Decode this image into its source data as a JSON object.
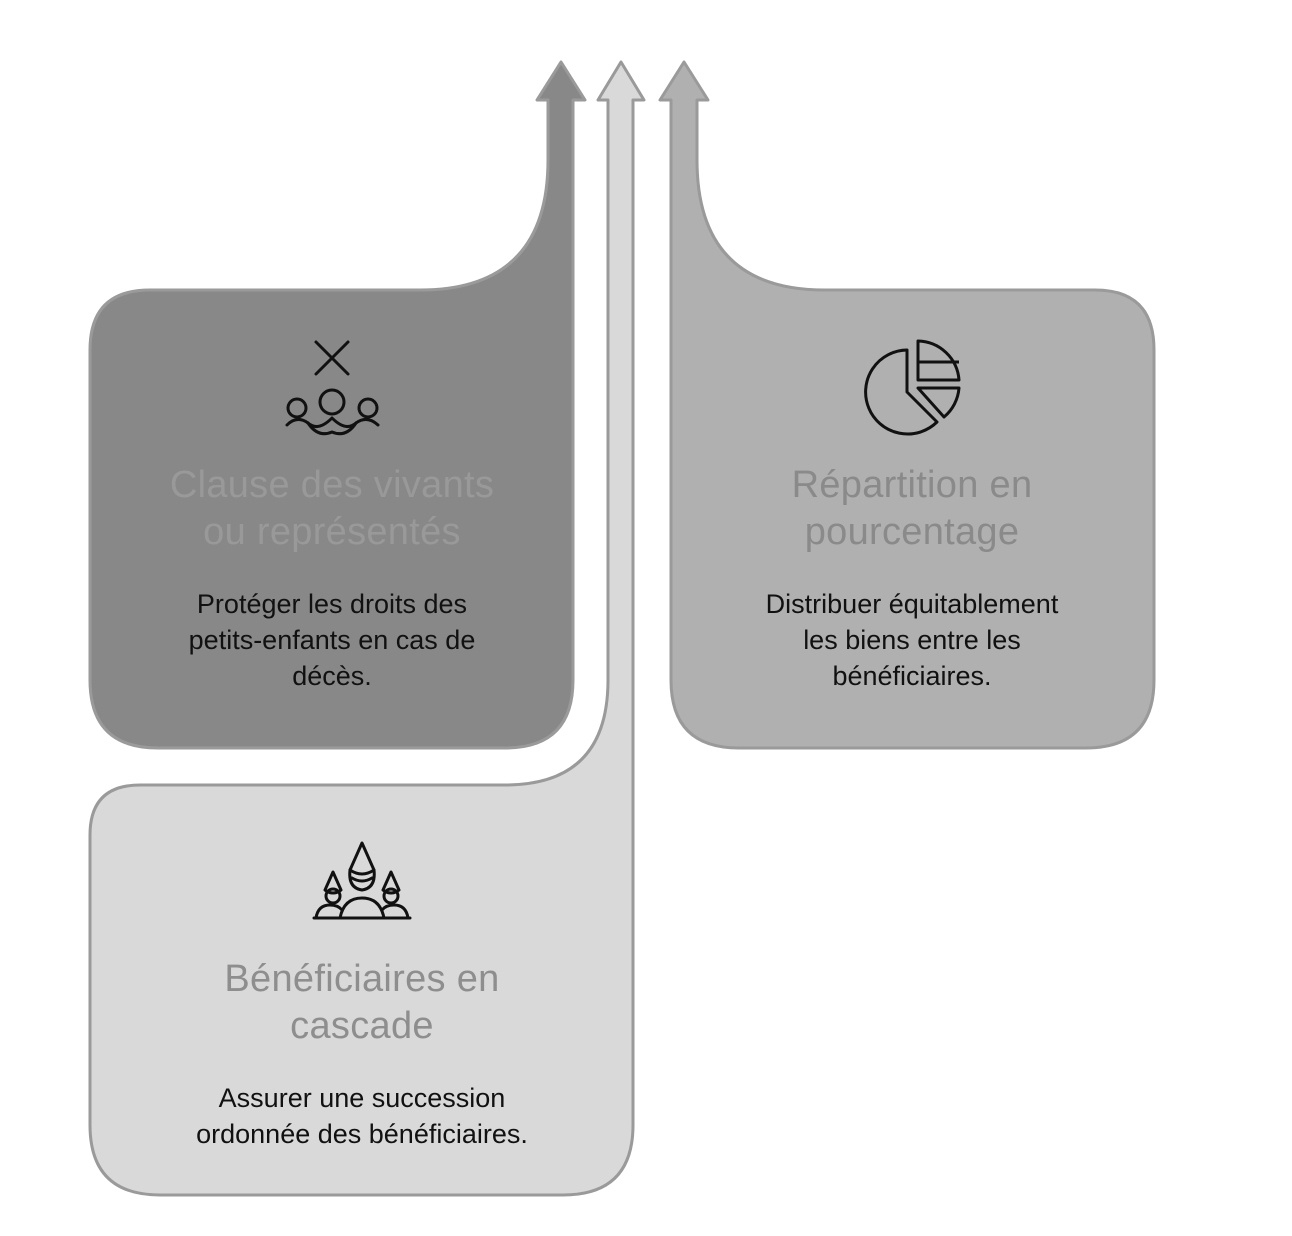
{
  "cards": [
    {
      "id": "clause",
      "icon": "people-cross-icon",
      "title_line1": "Clause des vivants",
      "title_line2": "ou représentés",
      "desc_line1": "Protéger les droits des",
      "desc_line2": "petits-enfants en cas de",
      "desc_line3": "décès.",
      "fill": "#888888"
    },
    {
      "id": "repartition",
      "icon": "pie-chart-icon",
      "title_line1": "Répartition en",
      "title_line2": "pourcentage",
      "desc_line1": "Distribuer équitablement",
      "desc_line2": "les biens entre les",
      "desc_line3": "bénéficiaires.",
      "fill": "#b0b0b0"
    },
    {
      "id": "cascade",
      "icon": "cascade-people-icon",
      "title_line1": "Bénéficiaires en",
      "title_line2": "cascade",
      "desc_line1": "Assurer une succession",
      "desc_line2": "ordonnée des bénéficiaires.",
      "fill": "#d9d9d9"
    }
  ],
  "colors": {
    "stroke": "#9a9a9a",
    "icon": "#111111"
  }
}
